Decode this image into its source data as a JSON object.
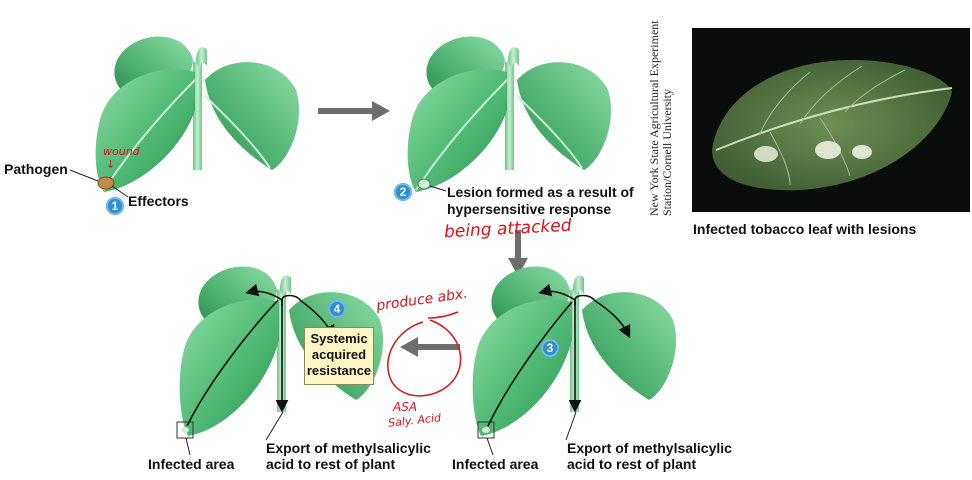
{
  "labels": {
    "pathogen": "Pathogen",
    "effectors": "Effectors",
    "lesion_line1": "Lesion formed as a result of",
    "lesion_line2": "hypersensitive response",
    "photo_caption": "Infected tobacco leaf with lesions",
    "photo_credit_line1": "New York State Agricultural Experiment",
    "photo_credit_line2": "Station/Cornell University",
    "sar_line1": "Systemic",
    "sar_line2": "acquired",
    "sar_line3": "resistance",
    "infected_area_left": "Infected area",
    "infected_area_right": "Infected area",
    "export_left_line1": "Export of methylsalicylic",
    "export_left_line2": "acid to rest of plant",
    "export_right_line1": "Export of methylsalicylic",
    "export_right_line2": "acid to rest of plant"
  },
  "steps": [
    "1",
    "2",
    "3",
    "4"
  ],
  "handwritten": {
    "wound": "wound",
    "wound_arrow": "↓",
    "being_attacked": "being attacked",
    "produce_abx": "produce abx.",
    "asa": "ASA",
    "saly_acid": "Saly. Acid"
  },
  "colors": {
    "leaf_light": "#7fd49a",
    "leaf_dark": "#2f9a5a",
    "step_blue": "#2f8fd0",
    "annotation_red": "#d4141c",
    "arrow_gray": "#6e6e6e",
    "box_yellow": "#fdf6c4"
  }
}
